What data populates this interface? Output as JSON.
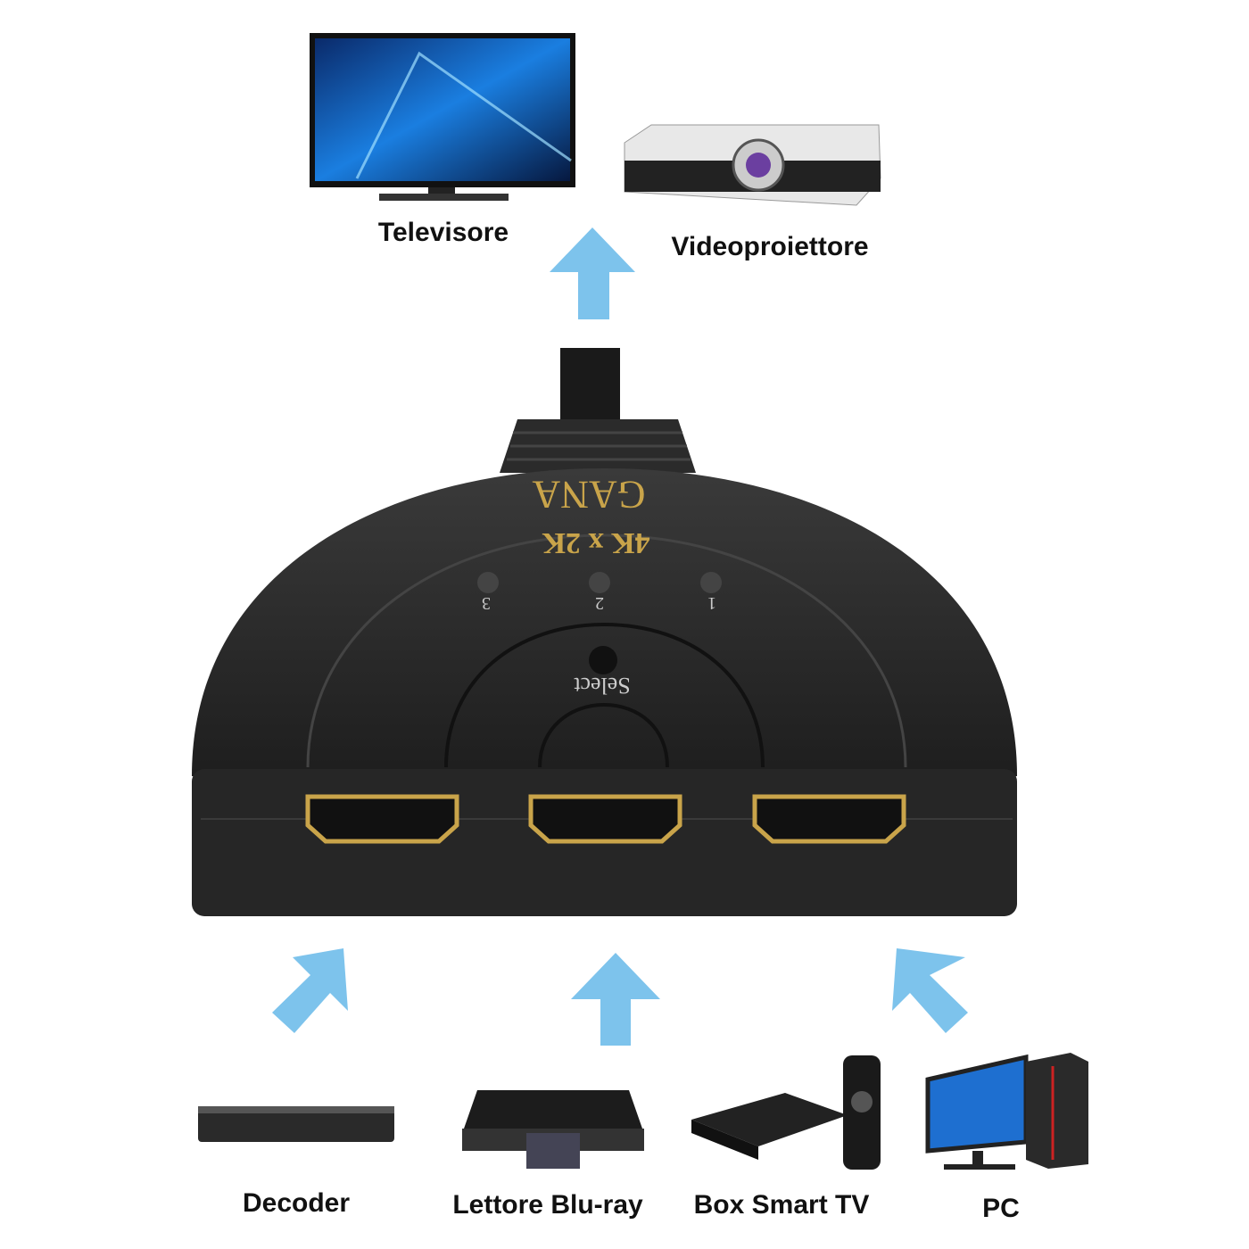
{
  "outputs": [
    {
      "label": "Televisore"
    },
    {
      "label": "Videoproiettore"
    }
  ],
  "inputs": [
    {
      "label": "Decoder"
    },
    {
      "label": "Lettore Blu-ray"
    },
    {
      "label": "Box Smart TV"
    },
    {
      "label": "PC"
    }
  ],
  "device": {
    "brand": "GANA",
    "resolution": "4K x 2K",
    "leds": [
      "3",
      "2",
      "1"
    ],
    "button": "Select"
  },
  "colors": {
    "arrow": "#7dc3ec",
    "device": "#2a2a2a",
    "gold": "#c9a44a"
  }
}
